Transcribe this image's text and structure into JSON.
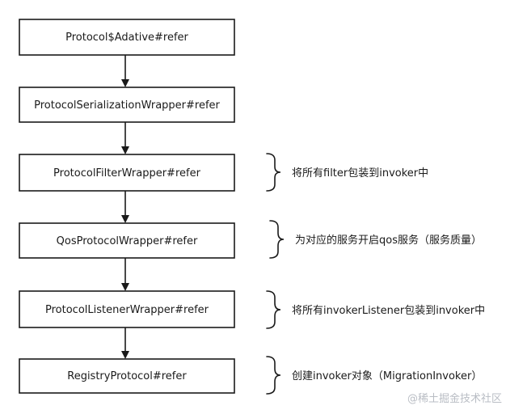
{
  "diagram": {
    "nodes": [
      {
        "id": "n1",
        "label": "Protocol$Adative#refer"
      },
      {
        "id": "n2",
        "label": "ProtocolSerializationWrapper#refer"
      },
      {
        "id": "n3",
        "label": "ProtocolFilterWrapper#refer"
      },
      {
        "id": "n4",
        "label": "QosProtocolWrapper#refer"
      },
      {
        "id": "n5",
        "label": "ProtocolListenerWrapper#refer"
      },
      {
        "id": "n6",
        "label": "RegistryProtocol#refer"
      }
    ],
    "edges": [
      {
        "from": "n1",
        "to": "n2"
      },
      {
        "from": "n2",
        "to": "n3"
      },
      {
        "from": "n3",
        "to": "n4"
      },
      {
        "from": "n4",
        "to": "n5"
      },
      {
        "from": "n5",
        "to": "n6"
      }
    ],
    "annotations": [
      {
        "target": "n3",
        "text": "将所有filter包装到invoker中"
      },
      {
        "target": "n4",
        "text": "为对应的服务开启qos服务（服务质量）"
      },
      {
        "target": "n5",
        "text": "将所有invokerListener包装到invoker中"
      },
      {
        "target": "n6",
        "text": "创建invoker对象（MigrationInvoker）"
      }
    ]
  },
  "watermark": "@稀土掘金技术社区"
}
